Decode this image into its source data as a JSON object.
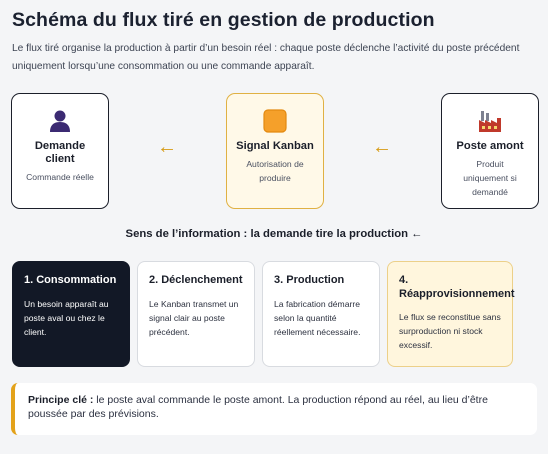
{
  "title": "Schéma du flux tiré en gestion de production",
  "intro": "Le flux tiré organise la production à partir d’un besoin réel : chaque poste déclenche l’activité du poste précédent uniquement lorsqu’une consommation ou une commande apparaît.",
  "nodes": [
    {
      "title": "Demande client",
      "subtitle": "Commande réelle",
      "icon": "customer-icon"
    },
    {
      "title": "Signal Kanban",
      "subtitle": "Autorisation de produire",
      "icon": "kanban-card-icon"
    },
    {
      "title": "Poste amont",
      "subtitle": "Produit uniquement si demandé",
      "icon": "factory-icon"
    }
  ],
  "arrows": [
    "←",
    "←"
  ],
  "flow_direction": "Sens de l’information : la demande tire la production ←",
  "steps": [
    {
      "title": "1. Consommation",
      "desc": "Un besoin apparaît au poste aval ou chez le client."
    },
    {
      "title": "2. Déclenchement",
      "desc": "Le Kanban transmet un signal clair au poste précédent."
    },
    {
      "title": "3. Production",
      "desc": "La fabrication démarre selon la quantité réellement nécessaire."
    },
    {
      "title": "4. Réapprovisionnement",
      "desc": "Le flux se reconstitue sans surproduction ni stock excessif."
    }
  ],
  "principle": {
    "label": "Principe clé :",
    "text": " le poste aval commande le poste amont. La production répond au réel, au lieu d’être poussée par des prévisions."
  },
  "colors": {
    "accent": "#e3a21a",
    "dark": "#121826",
    "kanban": "#f5a02a",
    "customer": "#3b2a72"
  }
}
